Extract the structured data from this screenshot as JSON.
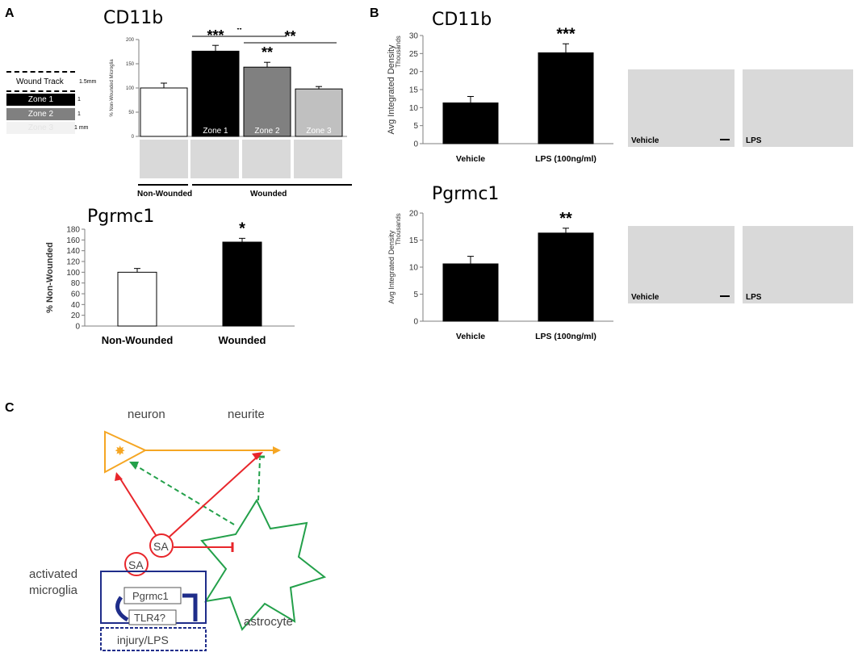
{
  "panels": {
    "a": "A",
    "b": "B",
    "c": "C"
  },
  "zones": {
    "wound_track": "Wound Track",
    "wound_width": "1.5mm",
    "zone1": "Zone 1",
    "zone2": "Zone 2",
    "zone3": "Zone 3",
    "zone1_width": "1",
    "zone2_width": "1",
    "zone3_width": "1 mm"
  },
  "micro_labels": {
    "vehicle": "Vehicle",
    "lps": "LPS"
  },
  "group_labels": {
    "non_wounded": "Non-Wounded",
    "wounded": "Wounded"
  },
  "chart_data": [
    {
      "id": "a_cd11b",
      "type": "bar",
      "title": "CD11b",
      "ylabel": "% Non-Wounded Microglia",
      "categories": [
        "",
        "Zone 1",
        "Zone 2",
        "Zone 3"
      ],
      "values": [
        100,
        176,
        143,
        98
      ],
      "errors": [
        10,
        12,
        10,
        5
      ],
      "ylim": [
        0,
        200
      ],
      "yticks": [
        0,
        50,
        100,
        150,
        200
      ],
      "colors": [
        "#ffffff",
        "#000000",
        "#808080",
        "#c0c0c0"
      ],
      "significance": [
        {
          "label": "***",
          "bar": 1
        },
        {
          "label": "**",
          "bar": 2
        },
        {
          "label": "*",
          "from": 1,
          "to": 2
        },
        {
          "label": "**",
          "from": 2,
          "to": 3
        }
      ]
    },
    {
      "id": "a_pgrmc1",
      "type": "bar",
      "title": "Pgrmc1",
      "ylabel": "% Non-Wounded",
      "categories": [
        "Non-Wounded",
        "Wounded"
      ],
      "values": [
        100,
        156
      ],
      "errors": [
        7,
        7
      ],
      "ylim": [
        0,
        180
      ],
      "yticks": [
        0,
        20,
        40,
        60,
        80,
        100,
        120,
        140,
        160,
        180
      ],
      "colors": [
        "#ffffff",
        "#000000"
      ],
      "significance": [
        {
          "label": "*",
          "bar": 1
        }
      ]
    },
    {
      "id": "b_cd11b",
      "type": "bar",
      "title": "CD11b",
      "ylabel": "Avg Integrated Density",
      "yunit": "Thousands",
      "categories": [
        "Vehicle",
        "LPS (100ng/ml)"
      ],
      "values": [
        11.3,
        25.2
      ],
      "errors": [
        1.8,
        2.5
      ],
      "ylim": [
        0,
        30
      ],
      "yticks": [
        0,
        5,
        10,
        15,
        20,
        25,
        30
      ],
      "colors": [
        "#000000",
        "#000000"
      ],
      "significance": [
        {
          "label": "***",
          "bar": 1
        }
      ]
    },
    {
      "id": "b_pgrmc1",
      "type": "bar",
      "title": "Pgrmc1",
      "ylabel": "Avg Integrated Density",
      "yunit": "Thousands",
      "categories": [
        "Vehicle",
        "LPS (100ng/ml)"
      ],
      "values": [
        10.6,
        16.3
      ],
      "errors": [
        1.4,
        0.9
      ],
      "ylim": [
        0,
        20
      ],
      "yticks": [
        0,
        5,
        10,
        15,
        20
      ],
      "colors": [
        "#000000",
        "#000000"
      ],
      "significance": [
        {
          "label": "**",
          "bar": 1
        }
      ]
    }
  ],
  "diagram": {
    "neuron": "neuron",
    "neurite": "neurite",
    "sa": "SA",
    "activated": "activated",
    "microglia": "microglia",
    "pgrmc1": "Pgrmc1",
    "tlr4": "TLR4?",
    "astrocyte": "astrocyte",
    "injury": "injury/LPS",
    "orange": "#f5a623",
    "red": "#e8262b",
    "green": "#23a04a",
    "blue": "#1f2d8a"
  }
}
